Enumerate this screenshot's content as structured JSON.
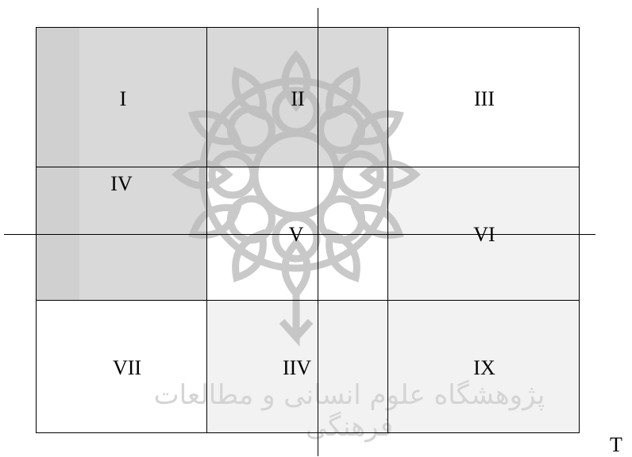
{
  "grid": {
    "cells": [
      {
        "id": "cell-1",
        "label": "I",
        "shade": "dark"
      },
      {
        "id": "cell-2",
        "label": "II",
        "shade": "dark"
      },
      {
        "id": "cell-3",
        "label": "III",
        "shade": "none"
      },
      {
        "id": "cell-4",
        "label": "IV",
        "shade": "dark"
      },
      {
        "id": "cell-5",
        "label": "V",
        "shade": "none"
      },
      {
        "id": "cell-6",
        "label": "VI",
        "shade": "light"
      },
      {
        "id": "cell-7",
        "label": "VII",
        "shade": "none"
      },
      {
        "id": "cell-8",
        "label": "IIV",
        "shade": "light"
      },
      {
        "id": "cell-9",
        "label": "IX",
        "shade": "light"
      }
    ]
  },
  "colors": {
    "dark_shade": "#d9d9d9",
    "darker_strip": "#d0d0d0",
    "light_shade": "#f2f2f2",
    "lines": "#000000",
    "watermark": "#bdbdbd"
  },
  "watermark": {
    "icon": "rosette-emblem-icon",
    "text": "پژوهشگاه علوم انسانی و مطالعات فرهنگی"
  },
  "trailing_text": "T"
}
